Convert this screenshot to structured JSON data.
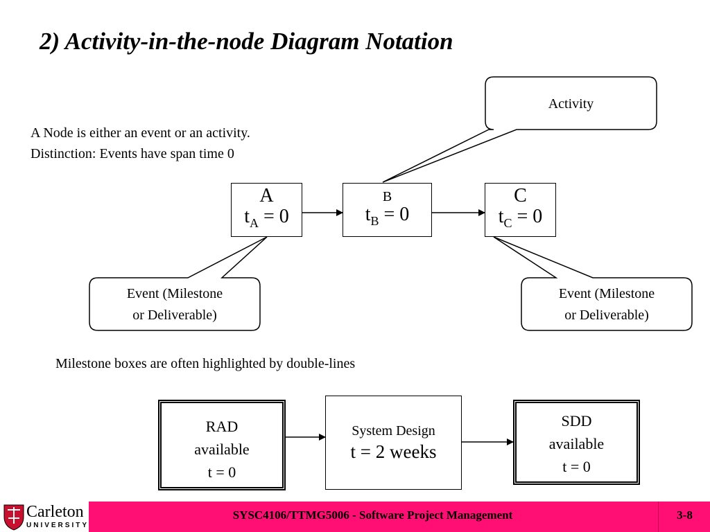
{
  "slide": {
    "title": "2) Activity-in-the-node Diagram Notation",
    "intro_line1": "A Node is either an event or an activity.",
    "intro_line2": "Distinction: Events have span time 0",
    "milestone_note": "Milestone boxes  are often highlighted by double-lines"
  },
  "diagram": {
    "callout_activity": "Activity",
    "callout_event_left_line1": "Event (Milestone",
    "callout_event_left_line2": "or Deliverable)",
    "callout_event_right_line1": "Event (Milestone",
    "callout_event_right_line2": "or Deliverable)",
    "node_a": {
      "name": "A",
      "t": "t",
      "sub": "A",
      "value": " = 0"
    },
    "node_b": {
      "name": "B",
      "t": "t",
      "sub": "B",
      "value": " = 0"
    },
    "node_c": {
      "name": "C",
      "t": "t",
      "sub": "C",
      "value": " = 0"
    },
    "rad": {
      "line1": "RAD",
      "line2": "available",
      "line3": "t = 0"
    },
    "system_design": {
      "line1": "System Design",
      "line2": "t = 2 weeks"
    },
    "sdd": {
      "line1": "SDD",
      "line2": "available",
      "line3": "t = 0"
    }
  },
  "footer": {
    "university_name": "Carleton",
    "university_sub": "UNIVERSITY",
    "course": "SYSC4106/TTMG5006 - Software Project Management",
    "page": "3-8",
    "accent_color": "#ff0f73"
  }
}
